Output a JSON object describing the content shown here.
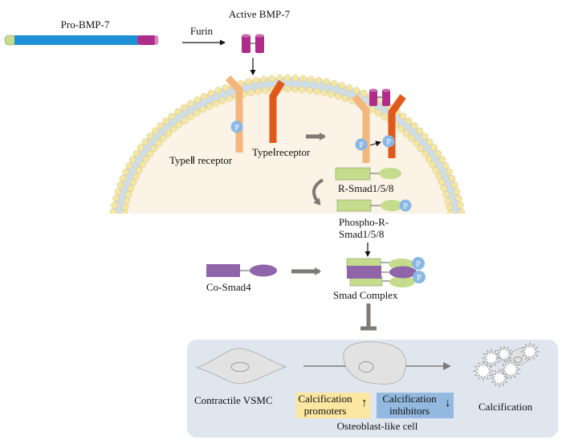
{
  "title": "BMP-7 signaling pathway inhibiting vascular calcification",
  "colors": {
    "pro_domain_left": "#c6dc8f",
    "pro_body": "#1e90d6",
    "mature_domain": "#b02c8a",
    "type2_receptor": "#f3b77e",
    "type1_receptor": "#e0591a",
    "phospho": "#8ab8e6",
    "r_smad": "#c4dc8c",
    "co_smad": "#8f64a8",
    "cytoplasm": "#faf3e6",
    "lipid_head": "#f5e6a3",
    "membrane_tail": "#cfdde6",
    "gray_arrow": "#7f7a76",
    "bottom_panel": "#dfe6ee",
    "cell_fill": "#e2e2e2",
    "promoters_bg": "#fbe6a2",
    "inhibitors_bg": "#93b9e0"
  },
  "labels": {
    "pro_bmp7": "Pro-BMP-7",
    "active_bmp7": "Active BMP-7",
    "furin": "Furin",
    "type2_receptor": "TypeⅡ receptor",
    "type1_receptor": "TypeⅠreceptor",
    "r_smad": "R-Smad1/5/8",
    "phospho_r_smad_line1": "Phospho-R-",
    "phospho_r_smad_line2": "Smad1/5/8",
    "co_smad4": "Co-Smad4",
    "smad_complex": "Smad Complex",
    "contractile_vsmc": "Contractile VSMC",
    "promoters_line1": "Calcification",
    "promoters_line2": "promoters",
    "promoters_arrow": "↑",
    "inhibitors_line1": "Calcification",
    "inhibitors_line2": "inhibitors",
    "inhibitors_arrow": "↓",
    "osteoblast_like_cell": "Osteoblast-like cell",
    "calcification": "Calcification",
    "phospho_symbol": "P"
  }
}
